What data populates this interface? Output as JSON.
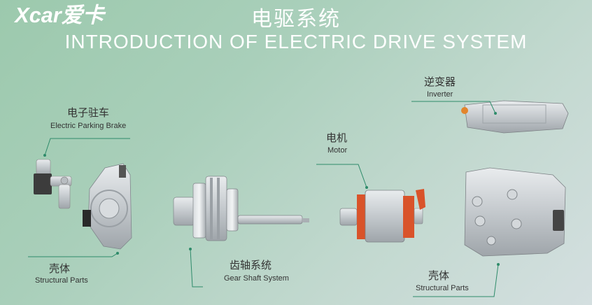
{
  "brand": {
    "logo_text": "Xcar爱卡"
  },
  "title": {
    "cn": "电驱系统",
    "en": "INTRODUCTION OF  ELECTRIC DRIVE SYSTEM"
  },
  "labels": {
    "parking_brake": {
      "cn": "电子驻车",
      "en": "Electric Parking Brake"
    },
    "structural_left": {
      "cn": "壳体",
      "en": "Structural Parts"
    },
    "gear_shaft": {
      "cn": "齿轴系统",
      "en": "Gear Shaft System"
    },
    "motor": {
      "cn": "电机",
      "en": "Motor"
    },
    "inverter": {
      "cn": "逆变器",
      "en": "Inverter"
    },
    "structural_right": {
      "cn": "壳体",
      "en": "Structural Parts"
    }
  },
  "colors": {
    "leader": "#2e8b6a",
    "accent": "#e05a2b",
    "metal": "#c9cdd0"
  }
}
